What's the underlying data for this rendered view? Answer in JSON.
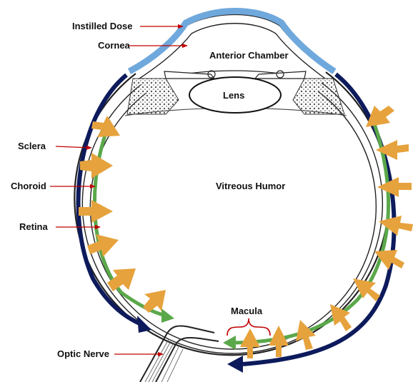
{
  "labels": {
    "instilled_dose": "Instilled Dose",
    "cornea": "Cornea",
    "anterior_chamber": "Anterior Chamber",
    "lens": "Lens",
    "sclera": "Sclera",
    "choroid": "Choroid",
    "retina": "Retina",
    "vitreous_humor": "Vitreous Humor",
    "macula": "Macula",
    "optic_nerve": "Optic Nerve"
  },
  "colors": {
    "dose_blue": "#6fa8dc",
    "navy_arrow": "#0d1b5c",
    "green_arrow": "#5aa84a",
    "orange_arrow": "#e6a23c",
    "pointer_red": "#c00000"
  }
}
